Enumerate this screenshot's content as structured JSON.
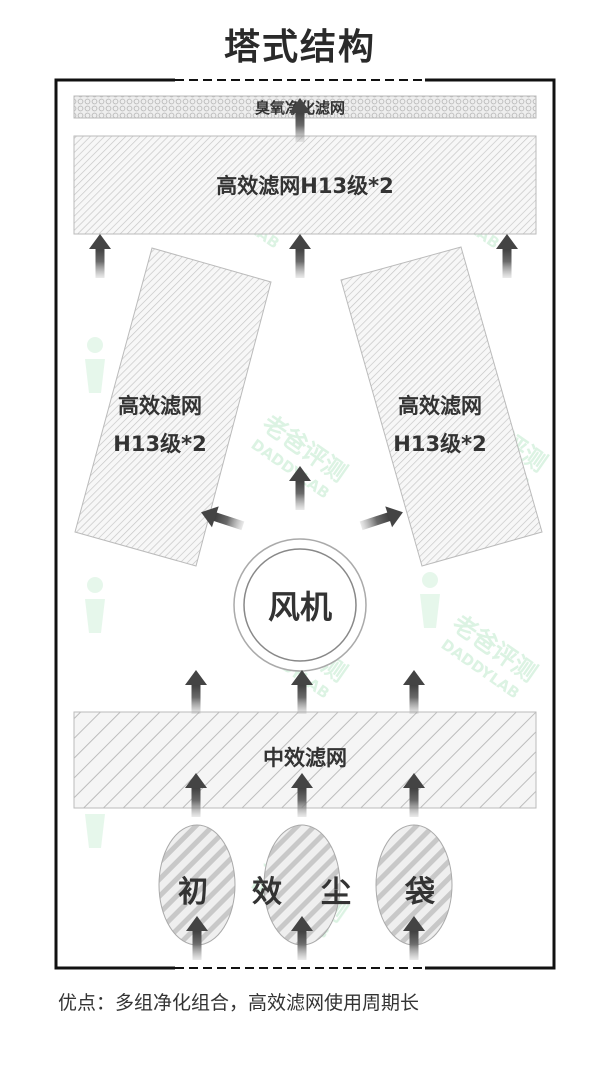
{
  "title": "塔式结构",
  "footer": "优点：多组净化组合，高效滤网使用周期长",
  "labels": {
    "ozone_filter": "臭氧净化滤网",
    "hepa_top": "高效滤网H13级*2",
    "hepa_left_line1": "高效滤网",
    "hepa_left_line2": "H13级*2",
    "hepa_right_line1": "高效滤网",
    "hepa_right_line2": "H13级*2",
    "fan": "风机",
    "medium_filter": "中效滤网",
    "bag_chars": [
      "初",
      "效",
      "尘",
      "袋"
    ]
  },
  "watermark": {
    "brand_cn": "老爸评测",
    "brand_en": "DADDYLAB"
  },
  "colors": {
    "frame": "#111111",
    "arrow": "#555555",
    "hatch": "#c9c9c9",
    "watermark": "#bfe9cc"
  }
}
